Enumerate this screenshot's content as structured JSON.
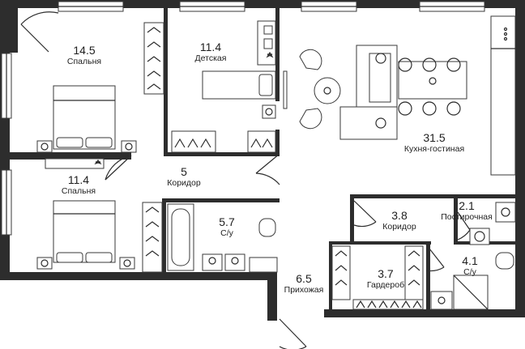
{
  "rooms": [
    {
      "area": "14.5",
      "name": "Спальня"
    },
    {
      "area": "11.4",
      "name": "Детская"
    },
    {
      "area": "31.5",
      "name": "Кухня-гостиная"
    },
    {
      "area": "11.4",
      "name": "Спальня"
    },
    {
      "area": "5",
      "name": "Коридор"
    },
    {
      "area": "5.7",
      "name": "С/у"
    },
    {
      "area": "3.8",
      "name": "Коридор"
    },
    {
      "area": "2.1",
      "name": "Постирочная"
    },
    {
      "area": "3.7",
      "name": "Гардероб"
    },
    {
      "area": "4.1",
      "name": "С/у"
    },
    {
      "area": "6.5",
      "name": "Прихожая"
    }
  ],
  "colors": {
    "wall": "#2d2d2d",
    "furniture": "#3a3a3a",
    "background": "#ffffff"
  },
  "icons": [
    "bed-icon",
    "wardrobe-icon",
    "desk-icon",
    "sofa-icon",
    "dining-table-icon",
    "armchair-icon",
    "stove-icon",
    "sink-icon",
    "bathtub-icon",
    "toilet-icon",
    "washing-machine-icon",
    "shower-icon",
    "door-icon",
    "window-icon",
    "air-conditioner-icon"
  ]
}
